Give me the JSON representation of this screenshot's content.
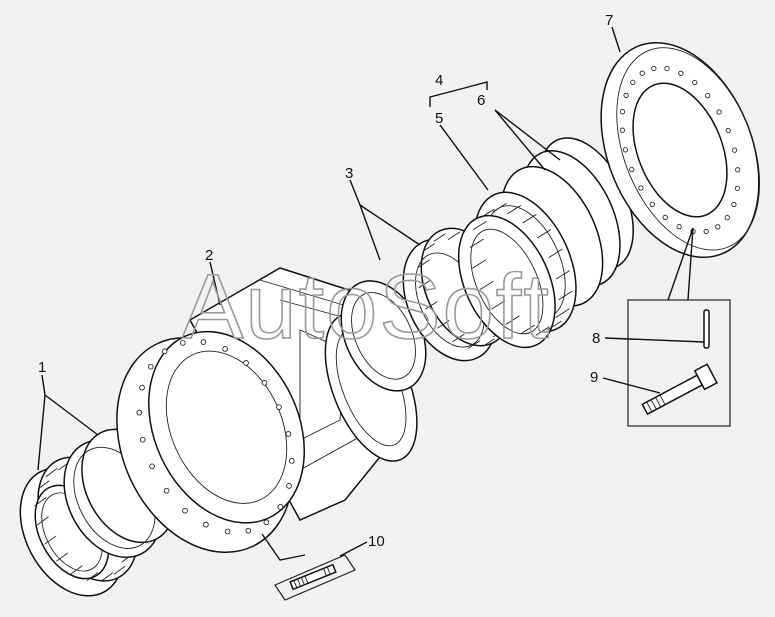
{
  "watermark": "AutoSoft",
  "labels": {
    "p1": "1",
    "p2": "2",
    "p3": "3",
    "p4": "4",
    "p5": "5",
    "p6": "6",
    "p7": "7",
    "p8": "8",
    "p9": "9",
    "p10": "10"
  }
}
